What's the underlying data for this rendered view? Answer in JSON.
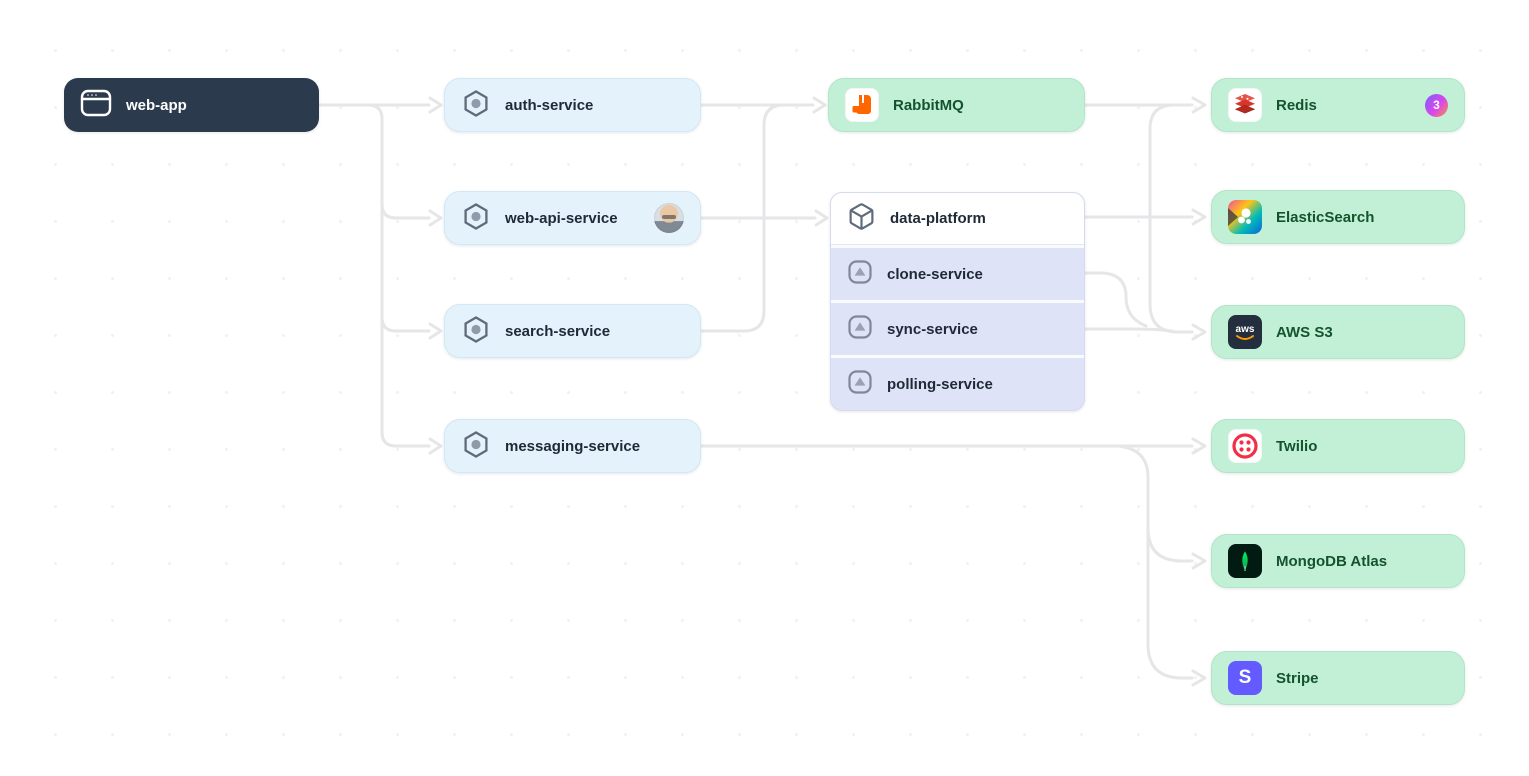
{
  "diagram": {
    "web_app": {
      "label": "web-app",
      "icon": "browser-window-icon"
    },
    "services": [
      {
        "label": "auth-service",
        "icon": "hexagon-service-icon"
      },
      {
        "label": "web-api-service",
        "icon": "hexagon-service-icon",
        "avatar": "owner-avatar"
      },
      {
        "label": "search-service",
        "icon": "hexagon-service-icon"
      },
      {
        "label": "messaging-service",
        "icon": "hexagon-service-icon"
      }
    ],
    "rabbitmq": {
      "label": "RabbitMQ",
      "icon": "rabbitmq-logo-icon"
    },
    "data_platform": {
      "title": "data-platform",
      "icon": "cube-package-icon",
      "children": [
        {
          "label": "clone-service",
          "icon": "triangle-square-icon"
        },
        {
          "label": "sync-service",
          "icon": "triangle-square-icon"
        },
        {
          "label": "polling-service",
          "icon": "triangle-square-icon"
        }
      ]
    },
    "externals": [
      {
        "label": "Redis",
        "icon": "redis-logo-icon",
        "badge": "3"
      },
      {
        "label": "ElasticSearch",
        "icon": "elasticsearch-logo-icon"
      },
      {
        "label": "AWS S3",
        "icon": "aws-logo-icon",
        "icon_text": "aws"
      },
      {
        "label": "Twilio",
        "icon": "twilio-logo-icon"
      },
      {
        "label": "MongoDB Atlas",
        "icon": "mongodb-logo-icon"
      },
      {
        "label": "Stripe",
        "icon": "stripe-logo-icon",
        "icon_letter": "S"
      }
    ],
    "colors": {
      "root_node_bg": "#2c3a4e",
      "service_node_bg": "#e3f2fb",
      "external_node_bg": "#c2f0d6",
      "external_text": "#14532d",
      "group_row_bg": "#dfe3f8",
      "edge": "#e6e6e8",
      "badge_gradient": [
        "#8b5cf6",
        "#d946ef",
        "#fb923c"
      ],
      "rabbitmq_orange": "#ff6600",
      "redis_red": "#d7342a",
      "twilio_red": "#f22f46",
      "mongodb_green": "#00ed64",
      "stripe_purple": "#635bff",
      "aws_navy": "#232f3e"
    }
  }
}
